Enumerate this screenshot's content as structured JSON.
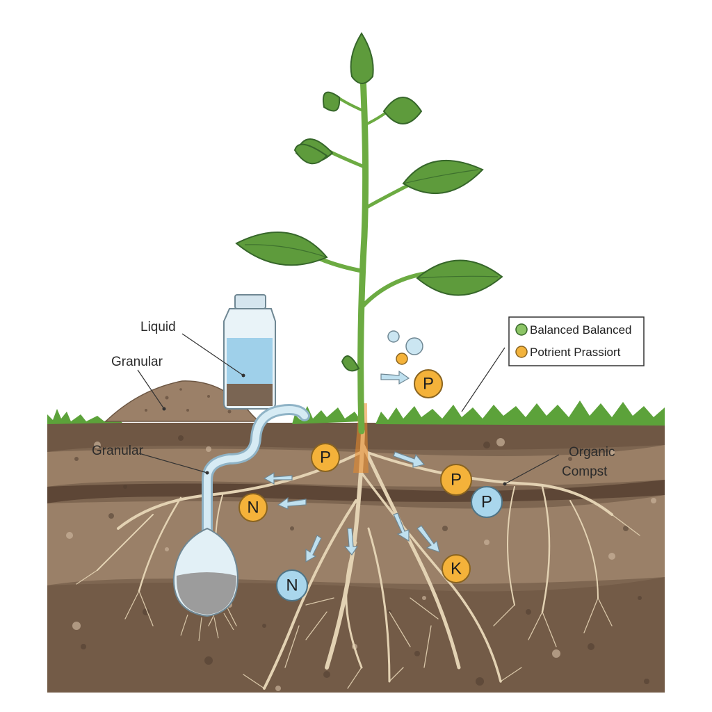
{
  "labels": {
    "liquid": "Liquid",
    "granular_top": "Granular",
    "granular_soil": "Granular",
    "organic_line1": "Organic",
    "organic_line2": "Compst"
  },
  "legend": {
    "items": [
      {
        "label": "Balanced Balanced",
        "color": "#8cc466"
      },
      {
        "label": "Potrient Prassiort",
        "color": "#f2b33d"
      }
    ]
  },
  "nutrients": [
    {
      "symbol": "P",
      "kind": "orange"
    },
    {
      "symbol": "P",
      "kind": "orange"
    },
    {
      "symbol": "P",
      "kind": "orange"
    },
    {
      "symbol": "P",
      "kind": "blue"
    },
    {
      "symbol": "N",
      "kind": "orange"
    },
    {
      "symbol": "N",
      "kind": "blue"
    },
    {
      "symbol": "K",
      "kind": "orange"
    }
  ],
  "colors": {
    "nutrient_orange": "#f4b23a",
    "nutrient_blue": "#a9d6ec",
    "leaf": "#5e9b3c",
    "soil": "#8a7059",
    "grass": "#5ca23a",
    "water": "#9fd0ea"
  }
}
